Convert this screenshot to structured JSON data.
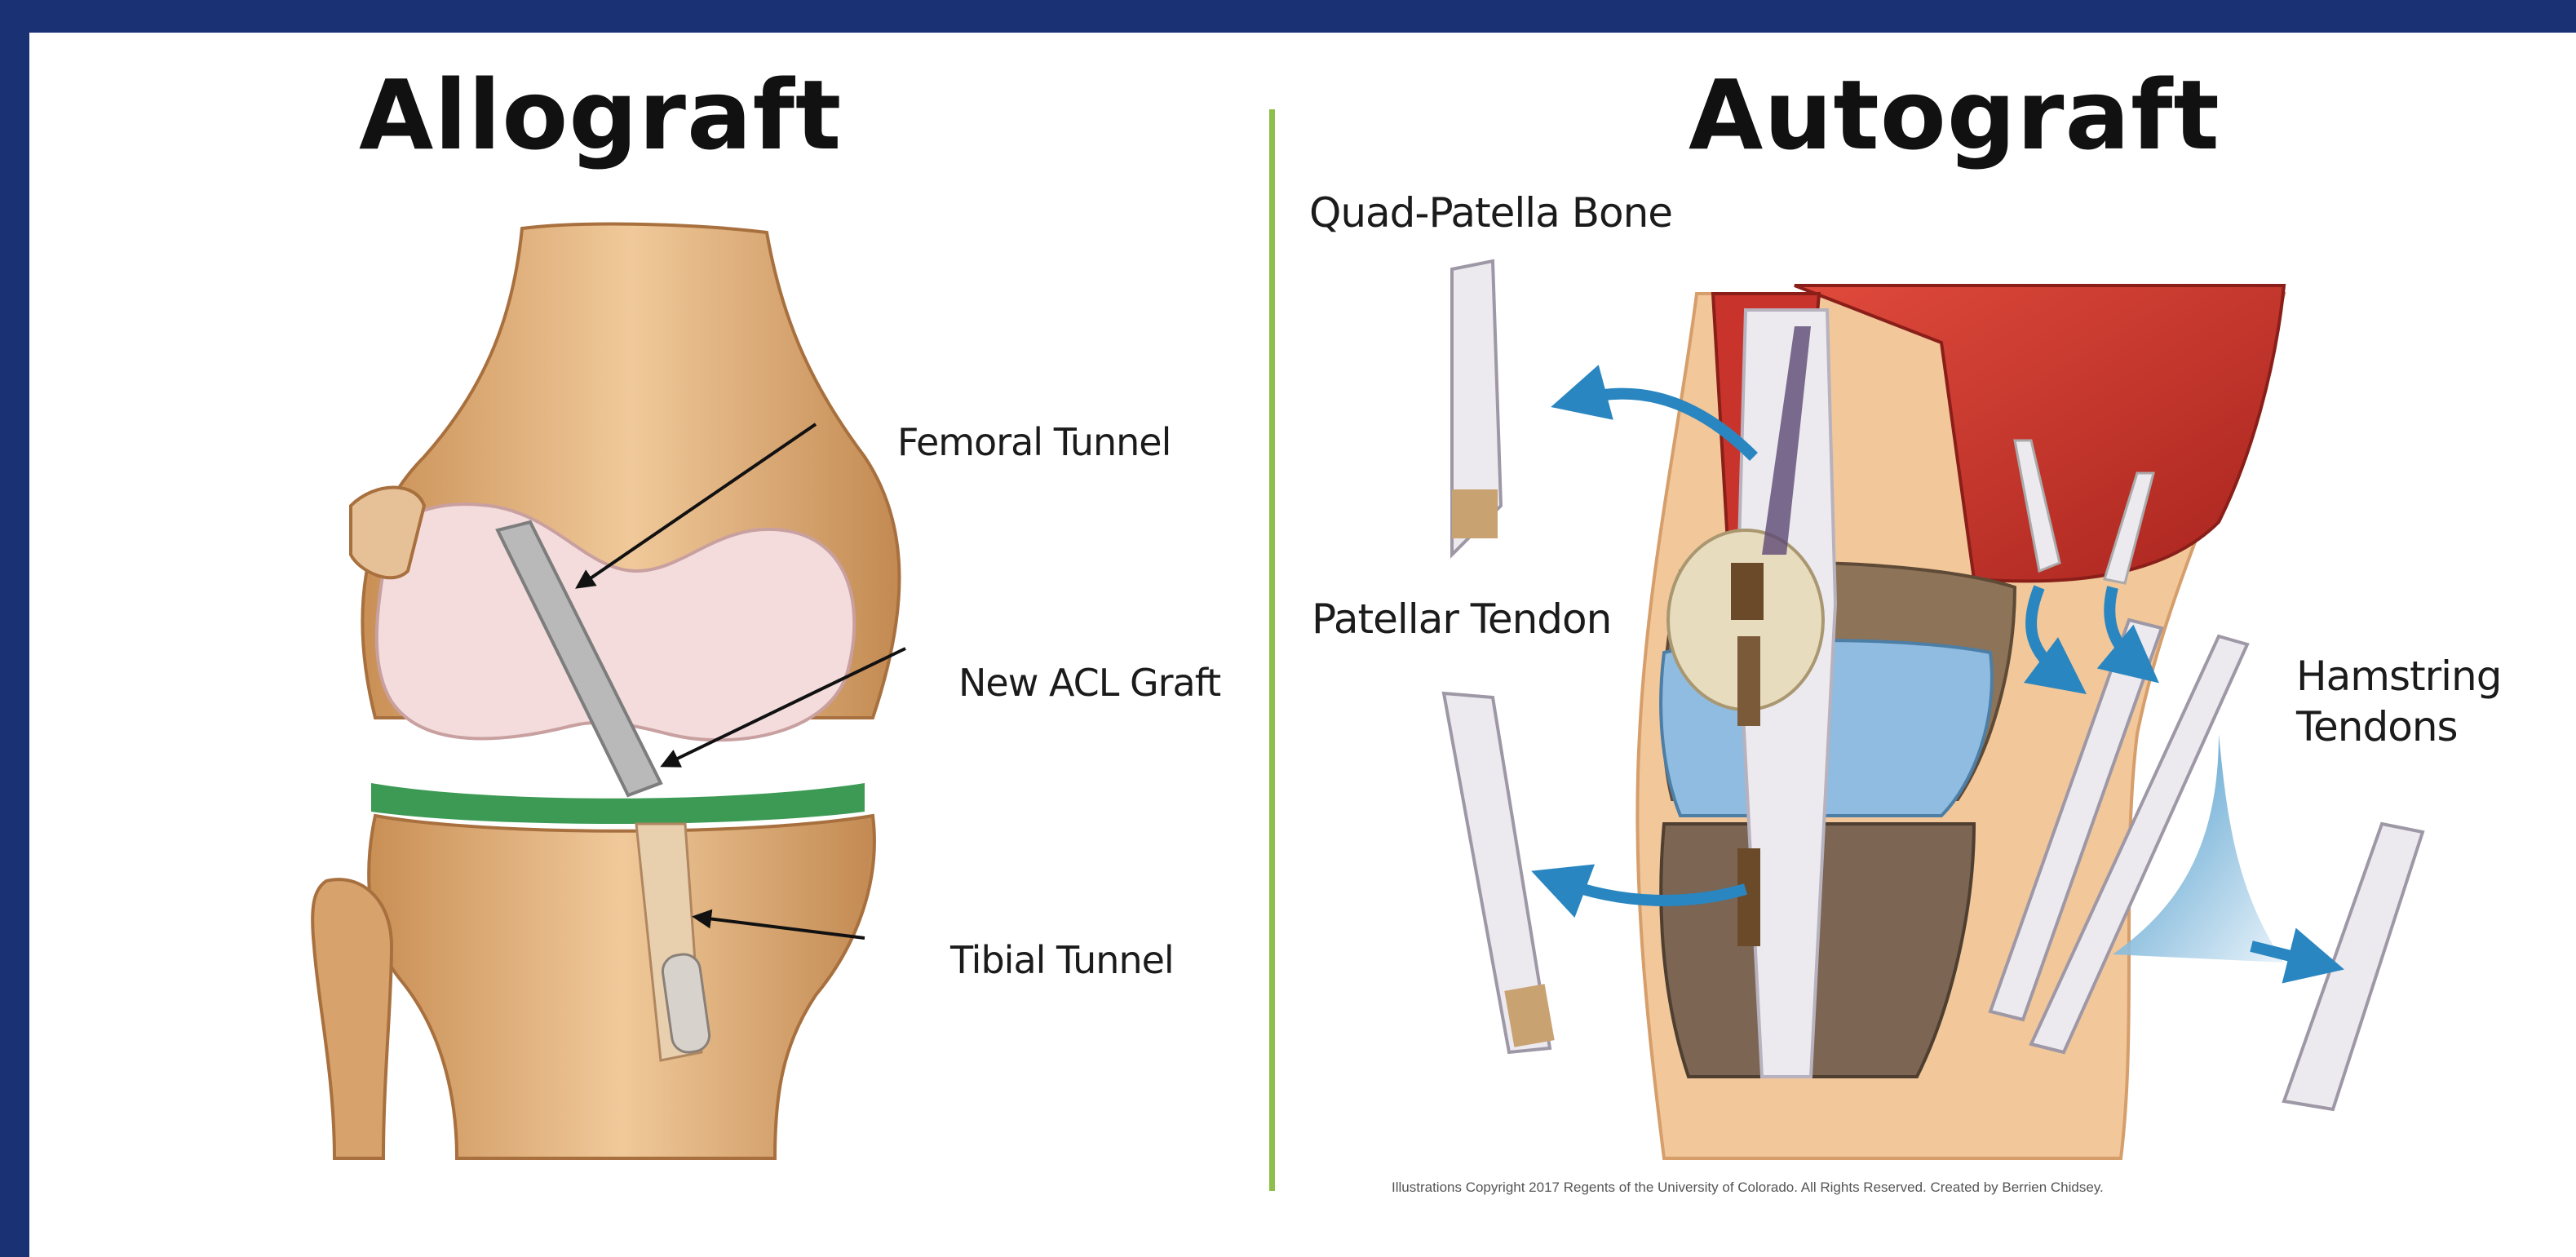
{
  "left_panel": {
    "title": "Allograft",
    "labels": {
      "femoral_tunnel": "Femoral Tunnel",
      "new_acl_graft": "New ACL Graft",
      "tibial_tunnel": "Tibial Tunnel"
    }
  },
  "right_panel": {
    "title": "Autograft",
    "labels": {
      "quad_patella_bone": "Quad-Patella Bone",
      "patellar_tendon": "Patellar Tendon",
      "hamstring_line1": "Hamstring",
      "hamstring_line2": "Tendons"
    },
    "copyright": "Illustrations Copyright 2017 Regents of the University of Colorado.  All Rights Reserved. Created by Berrien Chidsey."
  },
  "colors": {
    "frame": "#1a3274",
    "divider": "#8cc04a",
    "arrow": "#2a86c0",
    "muscle": "#c8342c",
    "bone": "#d9a673"
  }
}
